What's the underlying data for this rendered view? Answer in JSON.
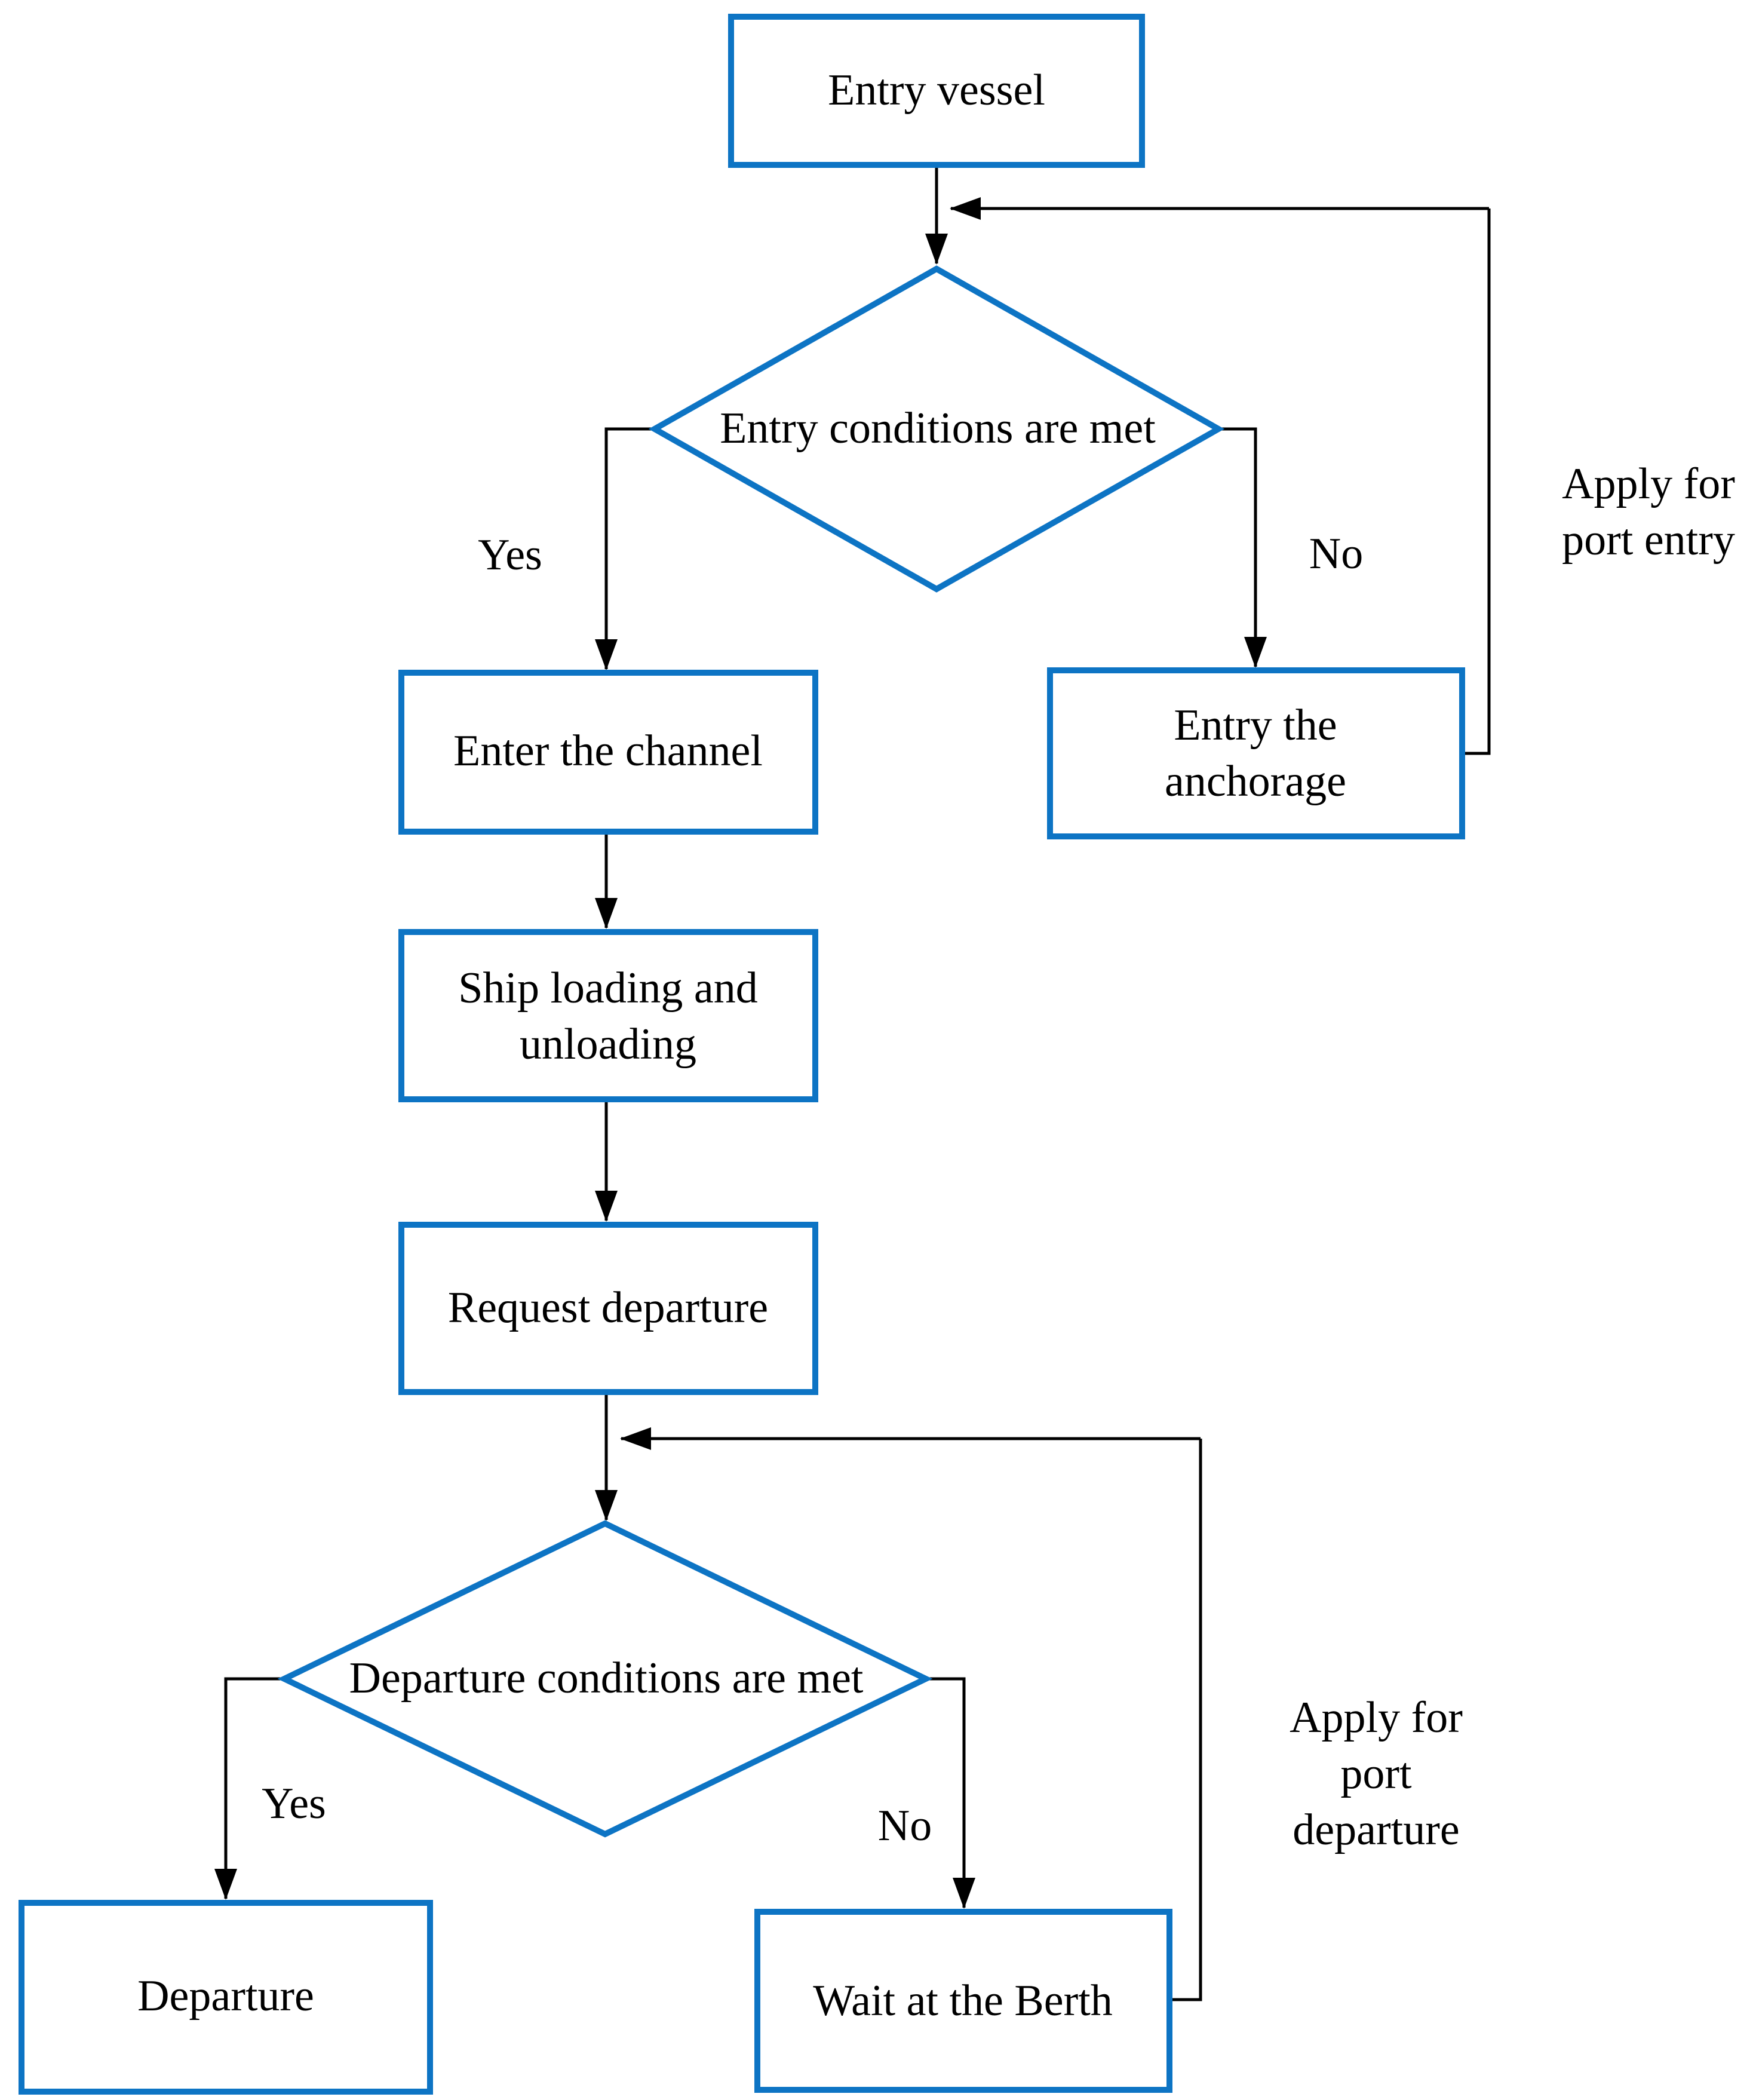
{
  "figure": {
    "type": "flowchart",
    "colors": {
      "node_border": "#0d74c4",
      "connector": "#000000",
      "text": "#000000",
      "background": "#ffffff"
    },
    "nodes": {
      "entry_vessel": {
        "type": "process",
        "label": "Entry vessel"
      },
      "entry_decision": {
        "type": "decision",
        "label": "Entry conditions are met"
      },
      "enter_channel": {
        "type": "process",
        "label": "Enter the channel"
      },
      "entry_anchorage": {
        "type": "process",
        "label": "Entry the\nanchorage"
      },
      "ship_loading": {
        "type": "process",
        "label": "Ship loading and\nunloading"
      },
      "request_departure": {
        "type": "process",
        "label": "Request departure"
      },
      "departure_decision": {
        "type": "decision",
        "label": "Departure conditions are met"
      },
      "departure": {
        "type": "process",
        "label": "Departure"
      },
      "wait_berth": {
        "type": "process",
        "label": "Wait at the Berth"
      }
    },
    "edge_labels": {
      "entry_yes": "Yes",
      "entry_no": "No",
      "apply_port_entry": "Apply for\nport entry",
      "departure_yes": "Yes",
      "departure_no": "No",
      "apply_port_departure": "Apply for\nport\ndeparture"
    }
  }
}
